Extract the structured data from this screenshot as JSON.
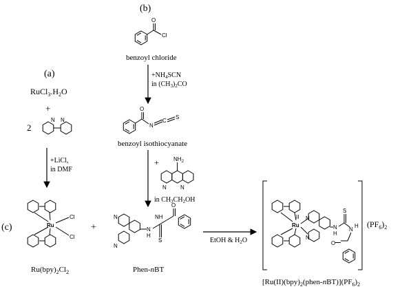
{
  "labels": {
    "panel_a": "(a)",
    "panel_b": "(b)",
    "panel_c": "(c)",
    "rucl3": "RuCl",
    "rucl3_sub": "3",
    "rucl3_tail": ".H",
    "rucl3_sub2": "2",
    "rucl3_end": "O",
    "plus1": "+",
    "coef_2": "2",
    "cond_a1": "+LiCl,",
    "cond_a2": "in DMF",
    "benzoyl_chloride": "benzoyl chloride",
    "cond_b1": "+NH",
    "cond_b1_sub": "4",
    "cond_b1_end": "SCN",
    "cond_b2": "in (CH",
    "cond_b2_sub": "3",
    "cond_b2_mid": ")",
    "cond_b2_sub2": "2",
    "cond_b2_end": "CO",
    "benzoyl_isothiocyanate": "benzoyl isothiocyanate",
    "plus_b": "+",
    "cond_b3": "in CH",
    "cond_b3_sub": "3",
    "cond_b3_mid": "CH",
    "cond_b3_sub2": "2",
    "cond_b3_end": "OH",
    "plus_c": "+",
    "ru_bpy_cl": "Ru(bpy)",
    "ru_bpy_cl_sub": "2",
    "ru_bpy_cl_mid": "Cl",
    "ru_bpy_cl_sub2": "2",
    "phen_nbt": "Phen-",
    "phen_nbt_ital": "n",
    "phen_nbt_end": "BT",
    "cond_c": "EtOH & H",
    "cond_c_sub": "2",
    "cond_c_end": "O",
    "pf6": "(PF",
    "pf6_sub": "6",
    "pf6_mid": ")",
    "pf6_sub2": "2",
    "product_name": "[Ru(II)(bpy)",
    "product_sub": "2",
    "product_mid": "(phen-",
    "product_ital": "n",
    "product_mid2": "BT)](PF",
    "product_sub2": "6",
    "product_mid3": ")",
    "product_sub3": "2"
  },
  "atoms": {
    "Cl": "Cl",
    "O": "O",
    "N": "N",
    "C": "C",
    "S": "S",
    "NH2": "NH",
    "NH2_sub": "2",
    "Ru": "Ru",
    "II": "II",
    "H": "H",
    "NH": "NH"
  }
}
